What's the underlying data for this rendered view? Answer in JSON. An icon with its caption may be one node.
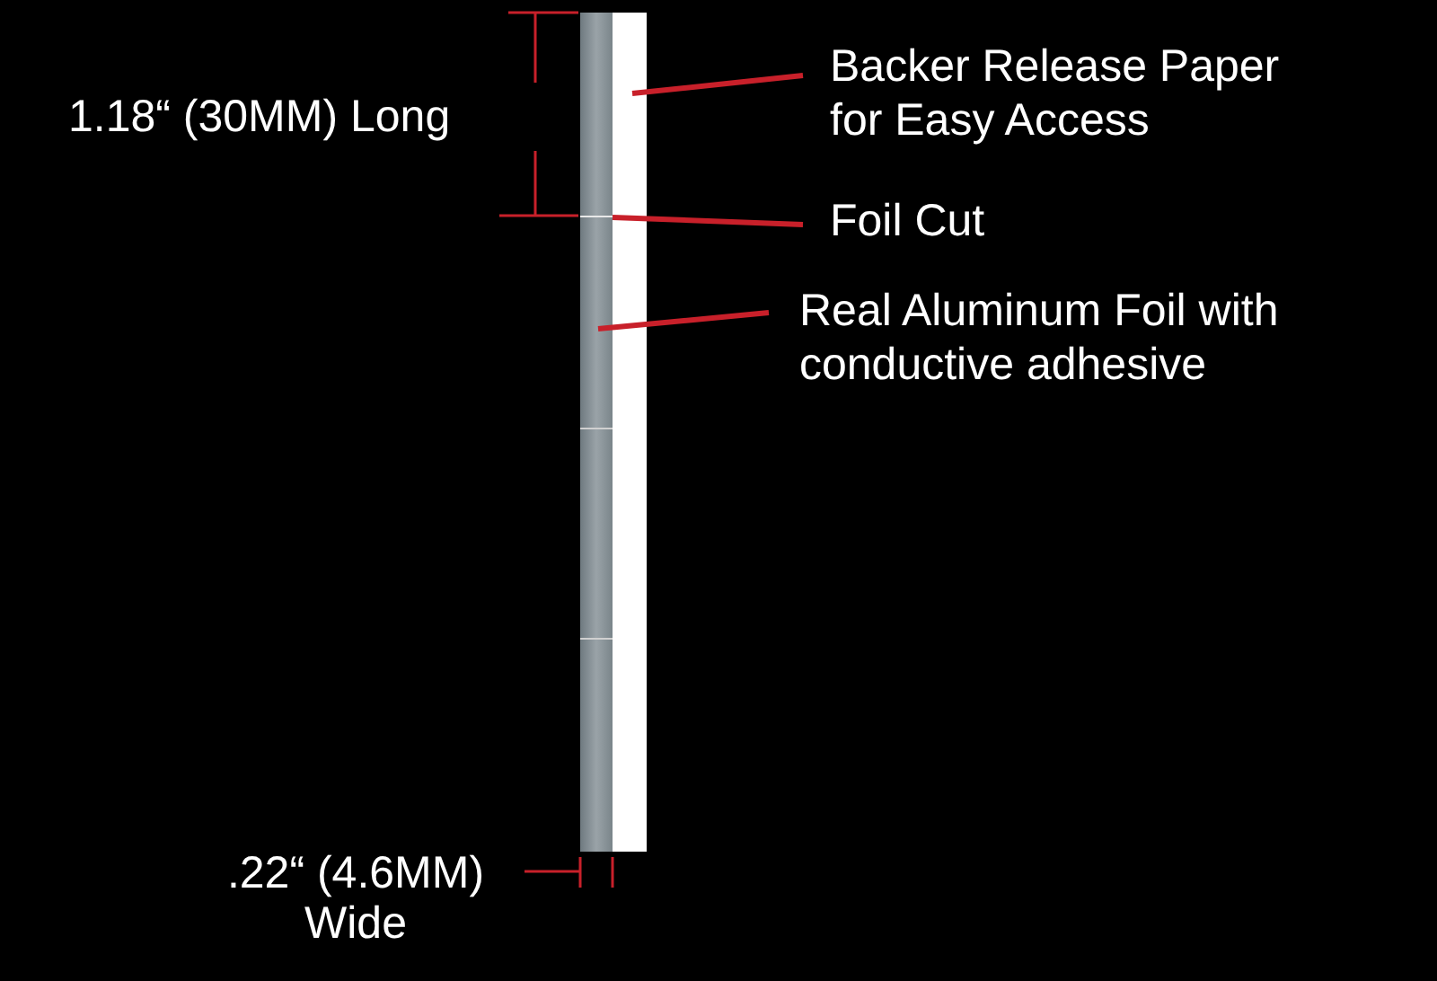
{
  "diagram": {
    "nodes": [
      {
        "text": [
          "Backer Release Paper for Easy Access"
        ]
      },
      {
        "text": [],
        "shape": "bar"
      },
      {
        "text": [],
        "shape": "bar"
      },
      {
        "text": [
          "Foil Cut"
        ]
      },
      {
        "text": [],
        "shape": "line",
        "in": 1
      },
      {
        "text": [
          "Real Aluminum Foil with conductive adhesive"
        ]
      }
    ],
    "edges": [
      {
        "from": 0,
        "to": 2,
        "arrow": "none"
      },
      {
        "from": 3,
        "to": 4,
        "arrow": "none"
      },
      {
        "from": 5,
        "to": 1,
        "arrow": "none"
      }
    ],
    "labels": [
      "1.18“ (30MM) Long",
      ".22“ (4.6MM) Wide"
    ]
  }
}
